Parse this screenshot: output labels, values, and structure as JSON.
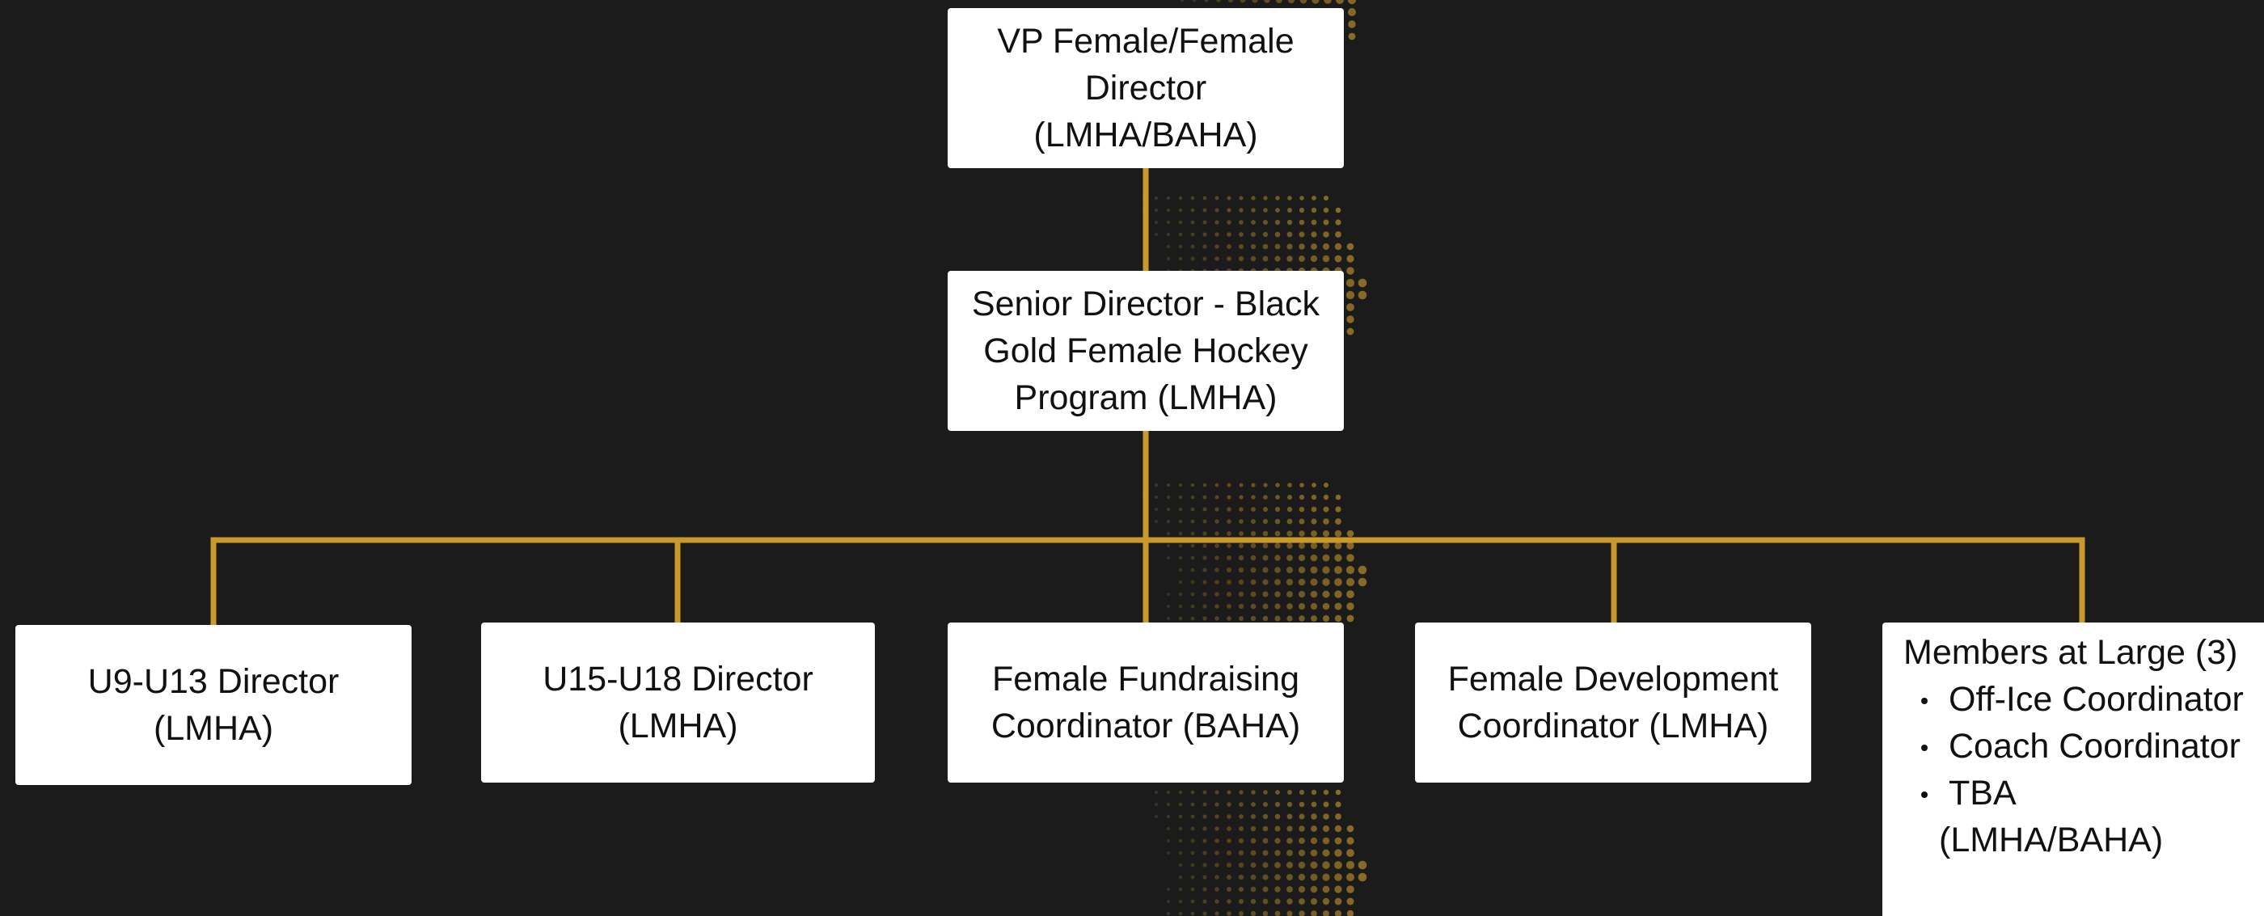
{
  "colors": {
    "background": "#1b1b1b",
    "connector": "#c9992e",
    "box": "#ffffff",
    "text": "#111111"
  },
  "nodes": {
    "vp": {
      "lines": [
        "VP Female/Female",
        "Director",
        "(LMHA/BAHA)"
      ]
    },
    "senior": {
      "lines": [
        "Senior Director - Black",
        "Gold Female Hockey",
        "Program (LMHA)"
      ]
    },
    "u9": {
      "lines": [
        "U9-U13 Director",
        "(LMHA)"
      ]
    },
    "u15": {
      "lines": [
        "U15-U18 Director",
        "(LMHA)"
      ]
    },
    "fundraising": {
      "lines": [
        "Female Fundraising",
        "Coordinator (BAHA)"
      ]
    },
    "development": {
      "lines": [
        "Female Development",
        "Coordinator (LMHA)"
      ]
    },
    "members": {
      "title": "Members at Large (3)",
      "items": [
        "Off-Ice Coordinator",
        "Coach Coordinator",
        "TBA"
      ],
      "suffix": "(LMHA/BAHA)"
    }
  }
}
